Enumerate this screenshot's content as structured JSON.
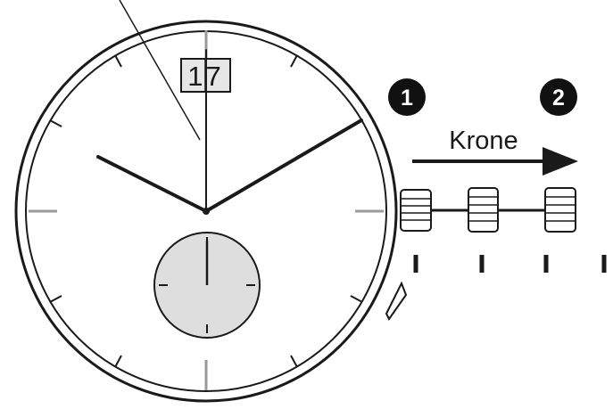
{
  "dial": {
    "date": "17"
  },
  "crown_diagram": {
    "label": "Krone",
    "positions": [
      {
        "badge": "1"
      },
      {
        "badge": "2"
      }
    ]
  },
  "colors": {
    "line": "#1a1a1a",
    "subdial_fill": "#dedede",
    "dial_background": "#ffffff",
    "badge": "#111111"
  }
}
